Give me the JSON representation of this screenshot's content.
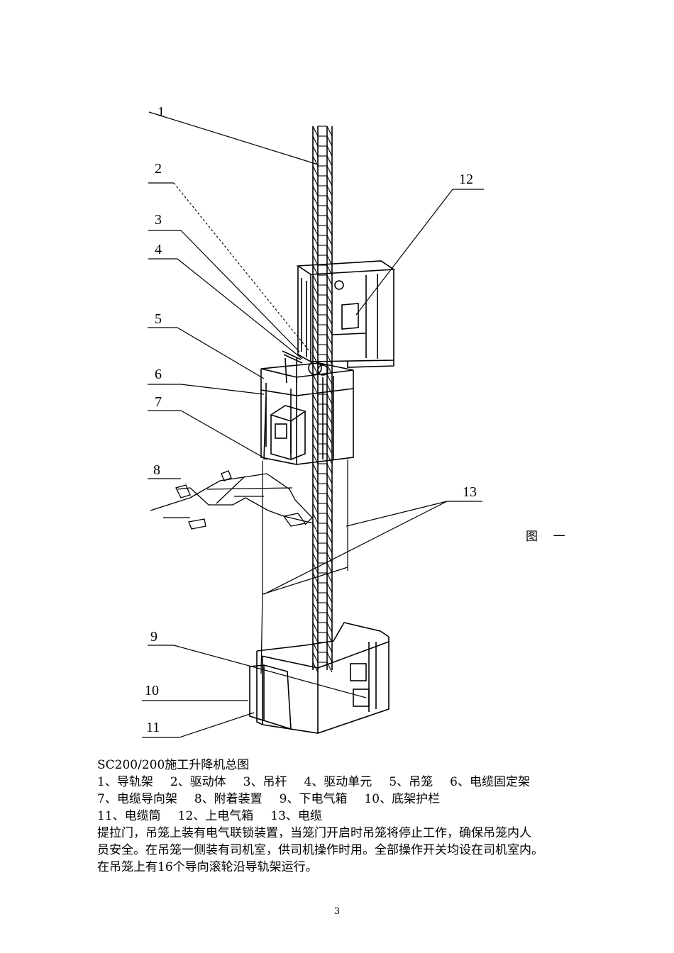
{
  "figure": {
    "callouts": [
      "1",
      "2",
      "3",
      "4",
      "5",
      "6",
      "7",
      "8",
      "9",
      "10",
      "11",
      "12",
      "13"
    ],
    "caption": "图    一"
  },
  "doc": {
    "title": "SC200/200施工升降机总图",
    "legend": [
      "1、导轨架",
      "2、驱动体",
      "3、吊杆",
      "4、驱动单元",
      "5、吊笼",
      "6、电缆固定架",
      "7、电缆导向架",
      "8、附着装置",
      "9、下电气箱",
      "10、底架护栏",
      "11、电缆筒",
      "12、上电气箱",
      "13、电缆"
    ],
    "paragraph": [
      "提拉门，吊笼上装有电气联锁装置，当笼门开启时吊笼将停止工作，确保吊笼内人",
      "员安全。在吊笼一侧装有司机室，供司机操作时用。全部操作开关均设在司机室内。",
      "在吊笼上有16个导向滚轮沿导轨架运行。"
    ],
    "page_number": "3"
  }
}
